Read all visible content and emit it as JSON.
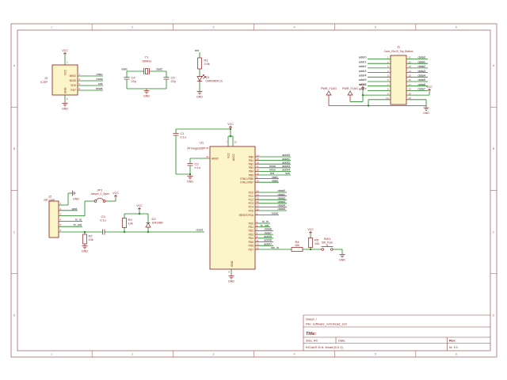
{
  "power": {
    "vcc": "VCC",
    "gnd": "GND",
    "pwr_flag": "PWR_FLAG"
  },
  "sheet": {
    "cols": [
      "1",
      "2",
      "3",
      "4",
      "5",
      "6"
    ],
    "rows": [
      "A",
      "B",
      "C",
      "D"
    ]
  },
  "title_block": {
    "sheet": "Sheet: /",
    "file": "File: software_rom.kicad_sch",
    "title": "Title:",
    "size": "Size: A4",
    "date": "Date:",
    "rev": "Rev:",
    "company": "KiCad E.D.A.  kicad (6.0.1)",
    "id": "Id: 1/1"
  },
  "icsp": {
    "ref": "J3",
    "value": "ICSP",
    "top_pin": {
      "num": "2",
      "name": "VCC"
    },
    "bottom_pin": {
      "num": "6",
      "name": "GND"
    },
    "pins": [
      {
        "name": "MISO",
        "num": "1",
        "net": "miso"
      },
      {
        "name": "MOSI",
        "num": "4",
        "net": "mosi"
      },
      {
        "name": "SCK",
        "num": "3",
        "net": "sck"
      },
      {
        "name": "RST",
        "num": "5",
        "net": "reset"
      }
    ]
  },
  "xtal": {
    "ref": "Y1",
    "value": "16MHz",
    "net_left": "xtal1",
    "net_right": "xtal2",
    "cap_left": {
      "ref": "C4",
      "value": "22p"
    },
    "cap_right": {
      "ref": "C5",
      "value": "22p"
    }
  },
  "led_circuit": {
    "net": "led",
    "res": {
      "ref": "R1",
      "value": "3.9k"
    },
    "led": {
      "ref": "D1",
      "value": "DSR50805C1C"
    }
  },
  "conn": {
    "ref": "J1",
    "value": "Conn_02x10_Top_Bottom",
    "left_pins": [
      {
        "num": "1",
        "net": "addr0"
      },
      {
        "num": "2",
        "net": "addr1"
      },
      {
        "num": "3",
        "net": "addr2"
      },
      {
        "num": "4",
        "net": "addr3"
      },
      {
        "num": "5",
        "net": "addr4"
      },
      {
        "num": "6",
        "net": "addr5"
      },
      {
        "num": "7",
        "net": "addr6"
      },
      {
        "num": "8",
        "net": "addr7"
      },
      {
        "num": "9"
      },
      {
        "num": "10"
      }
    ],
    "right_pins": [
      {
        "num": "11",
        "net": "data0"
      },
      {
        "num": "12",
        "net": "data1"
      },
      {
        "num": "13",
        "net": "data2"
      },
      {
        "num": "14",
        "net": "data3"
      },
      {
        "num": "15",
        "net": "data4"
      },
      {
        "num": "16",
        "net": "data5"
      },
      {
        "num": "17",
        "net": "data6"
      },
      {
        "num": "18",
        "net": "data7"
      },
      {
        "num": "19"
      },
      {
        "num": "20"
      }
    ]
  },
  "mcu": {
    "ref": "U1",
    "value": "ATmega328P-P",
    "aref": {
      "num": "21",
      "name": "AREF"
    },
    "top_pins": [
      {
        "num": "7",
        "name": "VCC"
      },
      {
        "num": "20",
        "name": "AVCC"
      }
    ],
    "gnd_pin": {
      "num": "8",
      "name": "GND"
    },
    "c1": {
      "ref": "C1",
      "value": "0.1u"
    },
    "c2": {
      "ref": "C2",
      "value": "0.1u"
    },
    "right_pins": [
      {
        "name": "PB0",
        "num": "14",
        "l2": "addr0"
      },
      {
        "name": "PB1",
        "num": "15",
        "l2": "addr1"
      },
      {
        "name": "PB2",
        "num": "16",
        "l2": "addr2"
      },
      {
        "name": "PB3",
        "num": "17",
        "l1": "mosi",
        "l2": "addr3"
      },
      {
        "name": "PB4",
        "num": "18",
        "l1": "miso",
        "l2": "addr4"
      },
      {
        "name": "PB5",
        "num": "19",
        "l1": "led",
        "l2": "sck"
      },
      {
        "name": "XTAL1/PB6",
        "num": "9",
        "l2": "xtal1"
      },
      {
        "name": "XTAL2/PB7",
        "num": "10",
        "l2": "xtal2"
      },
      {
        "name": "PC0",
        "num": "23",
        "l2": "data0"
      },
      {
        "name": "PC1",
        "num": "24",
        "l2": "data1"
      },
      {
        "name": "PC2",
        "num": "25",
        "l2": "data2"
      },
      {
        "name": "PC3",
        "num": "26",
        "l2": "data3"
      },
      {
        "name": "PC4",
        "num": "27",
        "l2": "data4"
      },
      {
        "name": "PC5",
        "num": "28",
        "l2": "data5"
      },
      {
        "name": "RESET/PC6",
        "num": "1",
        "l2": "reset"
      },
      {
        "name": "PD0",
        "num": "2",
        "l2": "rx_in"
      },
      {
        "name": "PD1",
        "num": "3",
        "l2": "tx_out"
      },
      {
        "name": "PD2",
        "num": "4",
        "l2": "data6"
      },
      {
        "name": "PD3",
        "num": "5",
        "l2": "data7"
      },
      {
        "name": "PD4",
        "num": "6",
        "l2": "addr5"
      },
      {
        "name": "PD5",
        "num": "11",
        "l2": "addr6"
      },
      {
        "name": "PD6",
        "num": "12",
        "l2": "addr7"
      },
      {
        "name": "PD7",
        "num": "13",
        "l2": "sw_in"
      }
    ]
  },
  "uart": {
    "ref": "J2",
    "value": "uart_conn",
    "pins": [
      {
        "num": "1"
      },
      {
        "num": "2",
        "net": "gnd"
      },
      {
        "num": "3"
      },
      {
        "num": "4",
        "net": "rx_in"
      },
      {
        "num": "5",
        "net": "tx_out"
      },
      {
        "num": "6"
      }
    ]
  },
  "jumper": {
    "ref": "JP1",
    "value": "Jumper_2_Open"
  },
  "reset_net": {
    "c3": {
      "ref": "C3",
      "value": "0.1u"
    },
    "r2": {
      "ref": "R2",
      "value": "10k"
    },
    "r3": {
      "ref": "R3",
      "value": "10k"
    },
    "d2": {
      "ref": "D2",
      "value": "1N4148W"
    },
    "net": "reset"
  },
  "switch": {
    "r4": {
      "ref": "R4",
      "value": "10k"
    },
    "r5": {
      "ref": "R5",
      "value": "10k"
    },
    "sw": {
      "ref": "SW1",
      "value": "SW_Push"
    }
  },
  "colors": {
    "wire": "#168416",
    "symbol_outline": "#8a1a1a",
    "symbol_fill": "#fbf5c9",
    "net_label": "#1c1c1c",
    "pin_number": "#b03030",
    "frame": "#a06a6a",
    "background": "#ffffff"
  }
}
